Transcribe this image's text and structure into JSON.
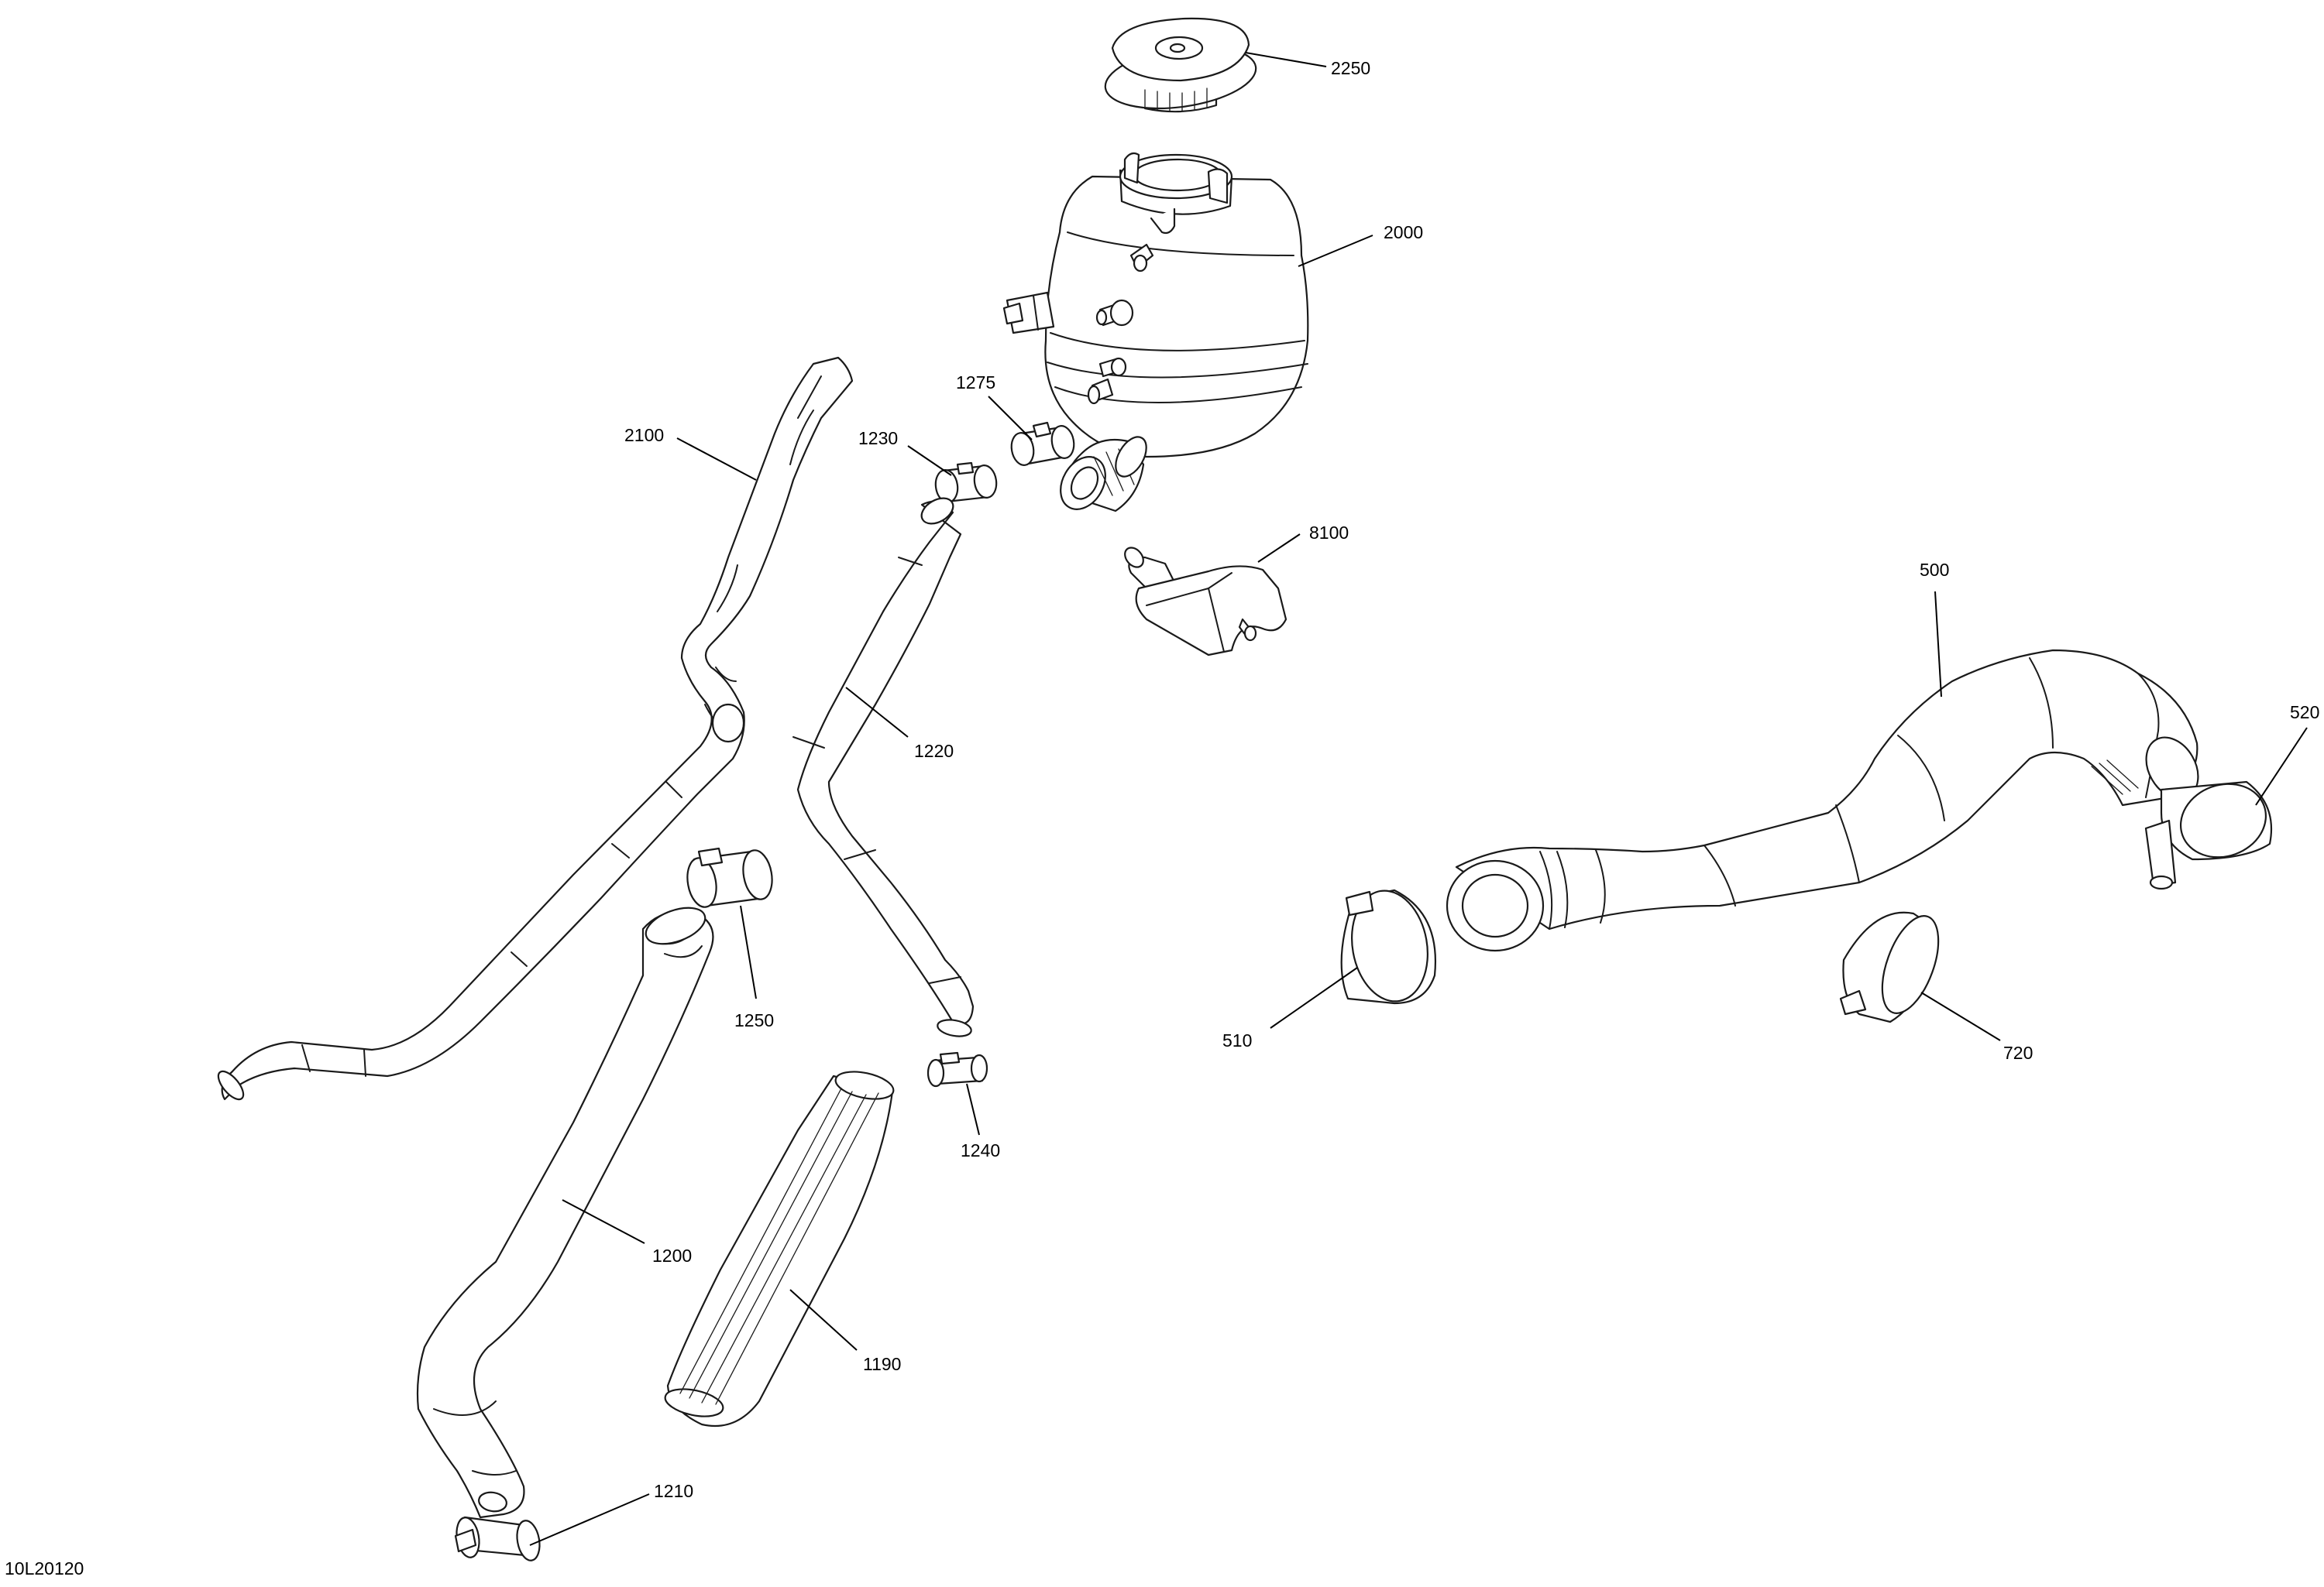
{
  "drawing_id": "10L20120",
  "callouts": {
    "p2250": "2250",
    "p2000": "2000",
    "p1275": "1275",
    "p1230": "1230",
    "p2100": "2100",
    "p8100": "8100",
    "p500": "500",
    "p520": "520",
    "p1220": "1220",
    "p510": "510",
    "p720": "720",
    "p1250": "1250",
    "p1240": "1240",
    "p1200": "1200",
    "p1190": "1190",
    "p1210": "1210"
  }
}
